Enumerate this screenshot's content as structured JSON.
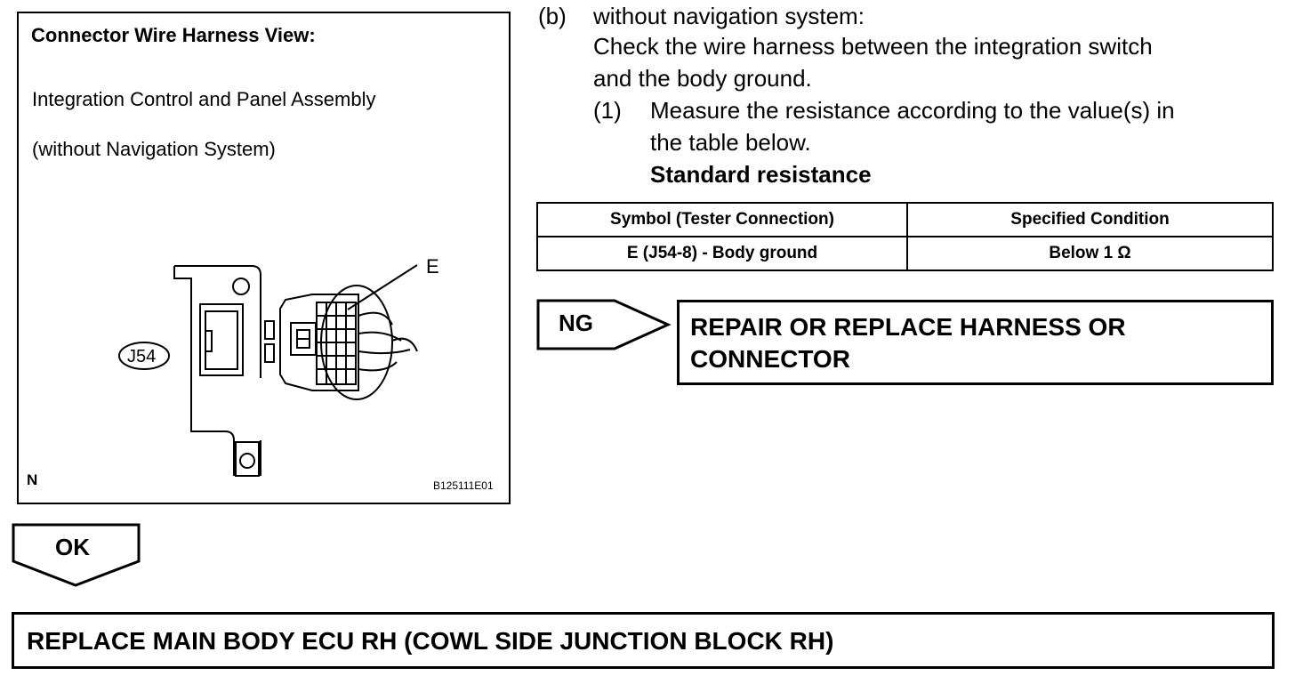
{
  "figure": {
    "title": "Connector Wire Harness View:",
    "subtitle_line1": "Integration Control and Panel Assembly",
    "subtitle_line2": "(without Navigation System)",
    "connector_label": "J54",
    "terminal_label": "E",
    "corner_mark": "N",
    "drawing_code": "B125111E01"
  },
  "step": {
    "label": "(b)",
    "title": "without navigation system:",
    "text_line1": "Check the wire harness between the integration switch",
    "text_line2": "and the body ground.",
    "substep_label": "(1)",
    "substep_line1": "Measure the resistance according to the value(s) in",
    "substep_line2": "the table below.",
    "standard_label": "Standard resistance"
  },
  "table": {
    "headers": [
      "Symbol (Tester Connection)",
      "Specified Condition"
    ],
    "rows": [
      [
        "E (J54-8) - Body ground",
        "Below 1 Ω"
      ]
    ]
  },
  "ng": {
    "label": "NG",
    "action_line1": "REPAIR OR REPLACE HARNESS OR",
    "action_line2": "CONNECTOR"
  },
  "ok": {
    "label": "OK"
  },
  "final_action": "REPLACE MAIN BODY ECU RH (COWL SIDE JUNCTION BLOCK RH)"
}
